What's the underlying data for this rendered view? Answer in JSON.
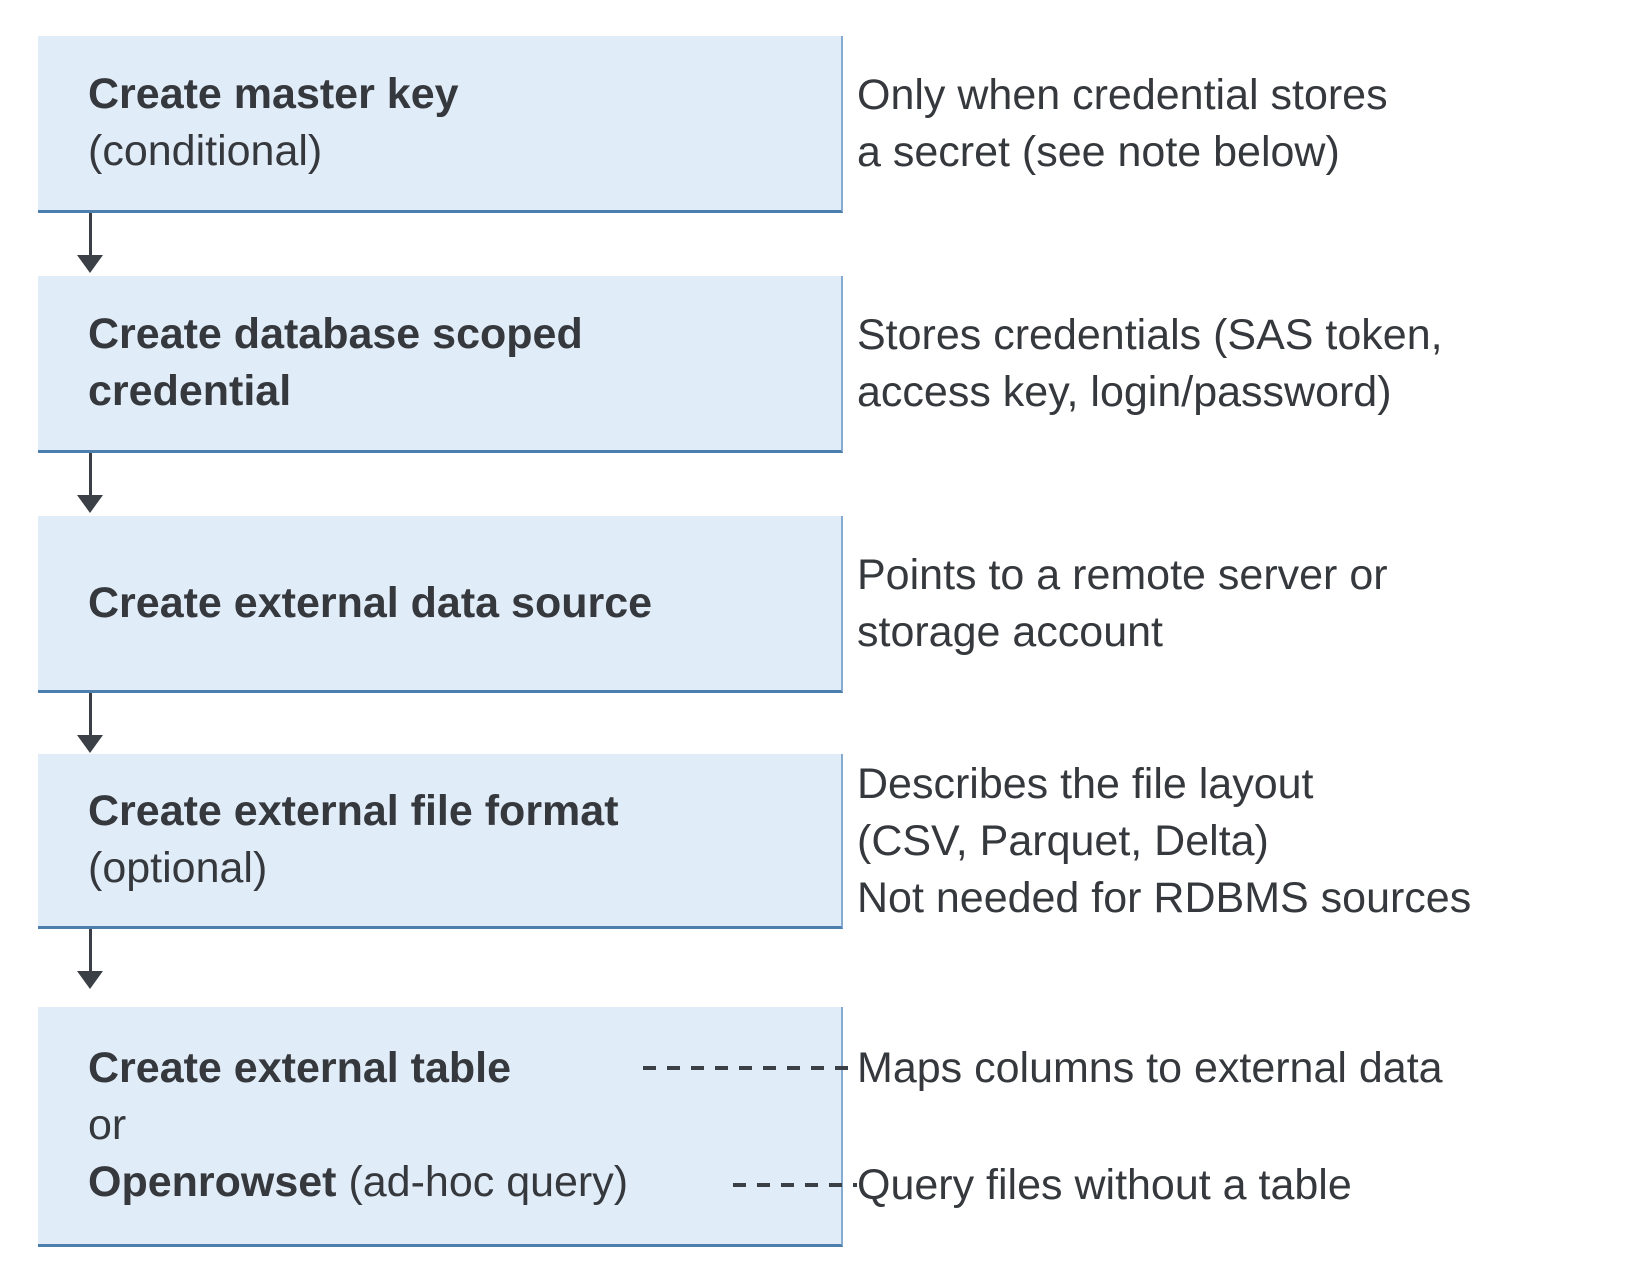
{
  "colors": {
    "box_fill": "#e1ecf9",
    "box_border_bottom": "#4d7fae",
    "box_border_right": "#86abd0",
    "text": "#35383c",
    "arrow": "#3b4046",
    "background": "#ffffff"
  },
  "steps": [
    {
      "title": "Create master key",
      "subtitle": "(conditional)"
    },
    {
      "title": "Create database scoped credential"
    },
    {
      "title": "Create external data source"
    },
    {
      "title": "Create external file format",
      "subtitle": "(optional)"
    },
    {
      "option1": "Create external table",
      "or_label": "or",
      "option2_bold": "Openrowset",
      "option2_rest": " (ad-hoc query)"
    }
  ],
  "annotations": [
    {
      "lines": [
        "Only when credential stores",
        "a secret (see note below)"
      ]
    },
    {
      "lines": [
        "Stores credentials (SAS token,",
        "access key, login/password)"
      ]
    },
    {
      "lines": [
        "Points to a remote server or",
        "storage account"
      ]
    },
    {
      "lines": [
        "Describes the file layout",
        "(CSV, Parquet, Delta)",
        "Not needed for RDBMS sources"
      ]
    },
    {
      "lines": [
        "Maps columns to external data"
      ]
    },
    {
      "lines": [
        "Query files without a table"
      ]
    }
  ]
}
